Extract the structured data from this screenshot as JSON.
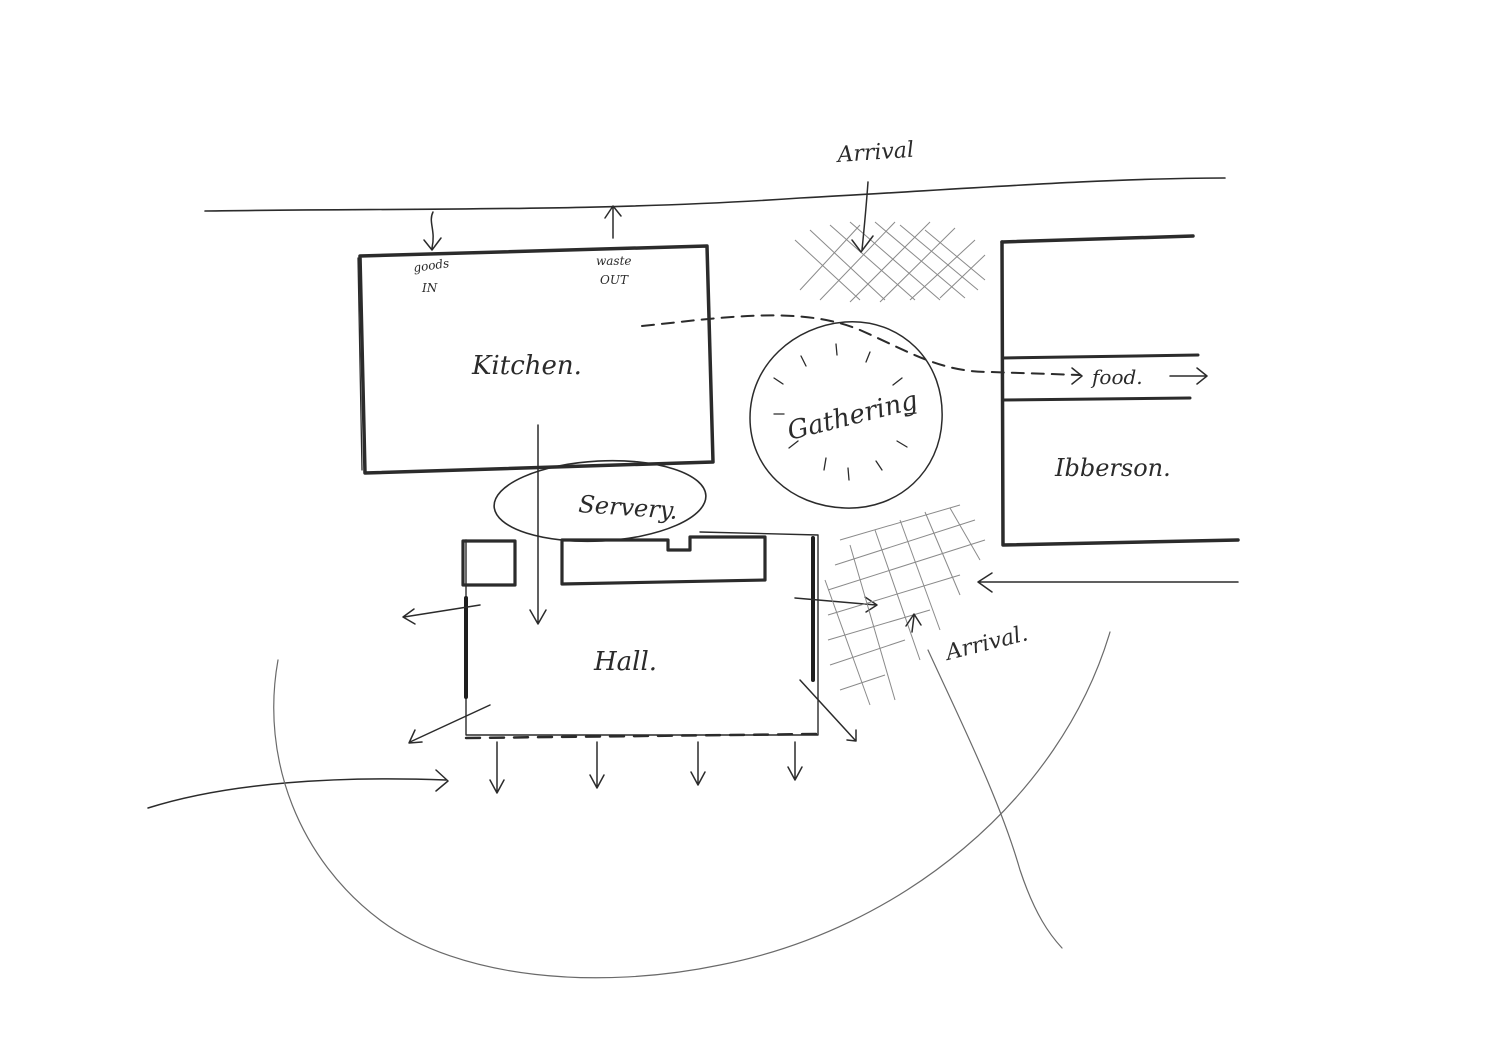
{
  "labels": {
    "arrival_top": "Arrival",
    "goods_in": "goods\nIN",
    "waste_out": "waste\nOUT",
    "kitchen": "Kitchen.",
    "gathering": "Gathering",
    "food": "food.",
    "ibberson": "Ibberson.",
    "servery": "Servery.",
    "hall": "Hall.",
    "arrival_right": "Arrival."
  },
  "colors": {
    "ink": "#2b2b2b",
    "paper": "#ffffff",
    "hatch": "#8a8a8a"
  }
}
